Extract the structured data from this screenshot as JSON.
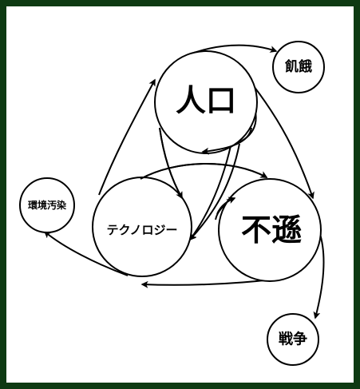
{
  "diagram": {
    "nodes": {
      "population": {
        "label": "人口"
      },
      "shortage": {
        "label": "不遜"
      },
      "technology": {
        "label": "テクノロジー"
      },
      "famine": {
        "label": "飢餓"
      },
      "war": {
        "label": "戦争"
      },
      "pollution": {
        "label": "環境汚染"
      }
    },
    "colors": {
      "frame": "#0e3a12",
      "background": "#ffffff",
      "ink": "#000000"
    }
  }
}
